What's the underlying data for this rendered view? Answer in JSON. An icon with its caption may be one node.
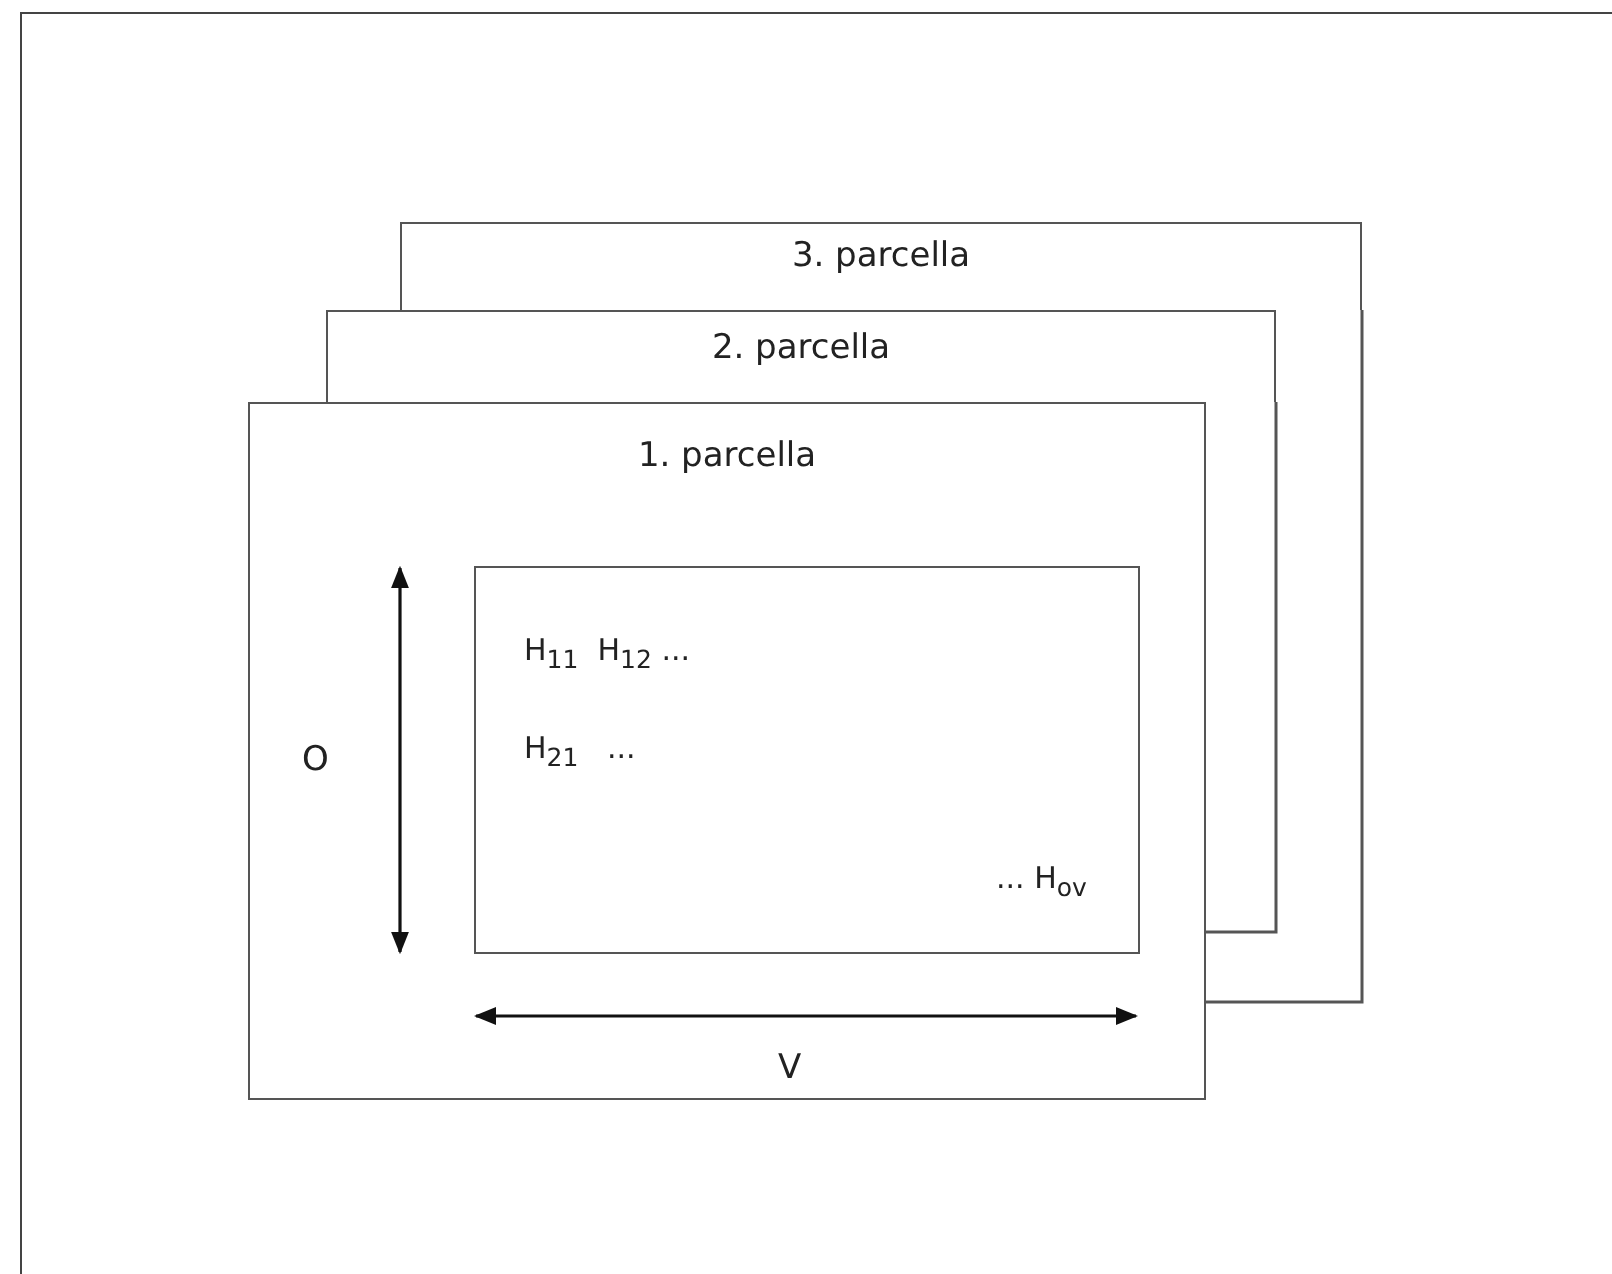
{
  "diagram": {
    "nodes": [
      {
        "text": [
          "3. parcella"
        ]
      },
      {
        "text": [
          "2. parcella"
        ]
      },
      {
        "text": [
          "1. parcella"
        ]
      },
      {
        "text": [
          "H$_{11}$  H$_{12}$ ...",
          "H$_{21}$   ...",
          "... H$_{ov}$"
        ],
        "in": 2
      }
    ],
    "labels": [
      "O",
      "V"
    ]
  }
}
